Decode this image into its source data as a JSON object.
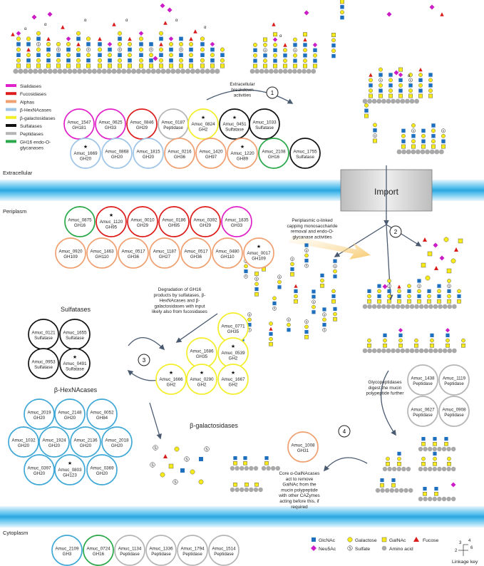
{
  "legend_enzymes": [
    {
      "label": "Sialidases",
      "color": "#e020c8"
    },
    {
      "label": "Fucosidases",
      "color": "#dd1c1c"
    },
    {
      "label": "Alphas",
      "color": "#f0a070"
    },
    {
      "label": "β-HexNAcases",
      "color": "#9ec4e6"
    },
    {
      "label": "β-galactosidases",
      "color": "#f3ee2a"
    },
    {
      "label": "Sulfatases",
      "color": "#111111"
    },
    {
      "label": "Peptidases",
      "color": "#b5b5b5"
    },
    {
      "label": "GH16 endo-O-glycanases",
      "color": "#2aa84a"
    }
  ],
  "compartments": {
    "extracellular": "Extracellular",
    "periplasm": "Periplasm",
    "cytoplasm": "Cytoplasm"
  },
  "import_label": "Import",
  "steps": {
    "s1": "1",
    "s2": "2",
    "s3": "3",
    "s4": "4",
    "s1_text": [
      "Extracellular",
      "breakdown",
      "activities"
    ],
    "s2_text": [
      "Periplasmic α-linked",
      "capping monosaccharide",
      "removal and endo-O-",
      "glycanase activities"
    ],
    "s3_text": [
      "Degradation of GH16",
      "products by sulfatases, β-",
      "HexNAcases and β-",
      "galactosidases with input",
      "likely also from fucosidases"
    ],
    "glyco_text": [
      "Glycopeptidases",
      "digest the mucin",
      "polypeptide further"
    ],
    "s4_text": [
      "Core α-GalNAcases",
      "act to remove",
      "GalNAc from the",
      "mucin polypeptide",
      "with other CAZymes",
      "acting before this, if",
      "required"
    ]
  },
  "group_titles": {
    "sulfatases": "Sulfatases",
    "hexnacases": "β-HexNAcases",
    "galactosidases": "β-galactosidases"
  },
  "enzymes": [
    {
      "id": "Amuc_1547",
      "fam": "GH181",
      "color": "#e020c8",
      "star": false
    },
    {
      "id": "Amuc_0625",
      "fam": "GH33",
      "color": "#e020c8",
      "star": false
    },
    {
      "id": "Amuc_0846",
      "fam": "GH29",
      "color": "#dd1c1c",
      "star": false
    },
    {
      "id": "Amuc_0187",
      "fam": "Peptidase",
      "color": "#b5b5b5",
      "star": false
    },
    {
      "id": "Amuc_0824",
      "fam": "GH2",
      "color": "#f3ee2a",
      "star": true
    },
    {
      "id": "Amuc_0451",
      "fam": "Sulfatase",
      "color": "#111111",
      "star": true
    },
    {
      "id": "Amuc_1033",
      "fam": "Sulfatase",
      "color": "#111111",
      "star": false
    },
    {
      "id": "Amuc_1669",
      "fam": "GH20",
      "color": "#9ec4e6",
      "star": true
    },
    {
      "id": "Amuc_0868",
      "fam": "GH20",
      "color": "#9ec4e6",
      "star": false
    },
    {
      "id": "Amuc_1815",
      "fam": "GH20",
      "color": "#9ec4e6",
      "star": false
    },
    {
      "id": "Amuc_0216",
      "fam": "GH36",
      "color": "#f0a070",
      "star": false
    },
    {
      "id": "Amuc_1420",
      "fam": "GH97",
      "color": "#f0a070",
      "star": false
    },
    {
      "id": "Amuc_1220",
      "fam": "GH89",
      "color": "#f0a070",
      "star": true
    },
    {
      "id": "Amuc_2108",
      "fam": "GH16",
      "color": "#2aa84a",
      "star": false
    },
    {
      "id": "Amuc_1755",
      "fam": "Sulfatase",
      "color": "#111111",
      "star": false
    },
    {
      "id": "Amuc_0875",
      "fam": "GH16",
      "color": "#2aa84a",
      "star": false
    },
    {
      "id": "Amuc_1120",
      "fam": "GH95",
      "color": "#dd1c1c",
      "star": true
    },
    {
      "id": "Amuc_0010",
      "fam": "GH29",
      "color": "#dd1c1c",
      "star": false
    },
    {
      "id": "Amuc_0186",
      "fam": "GH95",
      "color": "#dd1c1c",
      "star": false
    },
    {
      "id": "Amuc_0392",
      "fam": "GH29",
      "color": "#dd1c1c",
      "star": false
    },
    {
      "id": "Amuc_1835",
      "fam": "GH33",
      "color": "#e020c8",
      "star": false
    },
    {
      "id": "Amuc_0920",
      "fam": "GH109",
      "color": "#f0a070",
      "star": false
    },
    {
      "id": "Amuc_1463",
      "fam": "GH110",
      "color": "#f0a070",
      "star": false
    },
    {
      "id": "Amuc_0517",
      "fam": "GH36",
      "color": "#f0a070",
      "star": false
    },
    {
      "id": "Amuc_1187",
      "fam": "GH27",
      "color": "#f0a070",
      "star": false
    },
    {
      "id": "Amuc_0517",
      "fam": "GH36",
      "color": "#f0a070",
      "star": false
    },
    {
      "id": "Amuc_0480",
      "fam": "GH110",
      "color": "#f0a070",
      "star": false
    },
    {
      "id": "Amuc_0017",
      "fam": "GH109",
      "color": "#f0a070",
      "star": true
    },
    {
      "id": "Amuc_0121",
      "fam": "Sulfatase",
      "color": "#111111",
      "star": false
    },
    {
      "id": "Amuc_1655",
      "fam": "Sulfatase",
      "color": "#111111",
      "star": false
    },
    {
      "id": "Amuc_0953",
      "fam": "Sulfatase",
      "color": "#111111",
      "star": false
    },
    {
      "id": "Amuc_0491",
      "fam": "Sulfatase",
      "color": "#111111",
      "star": true
    },
    {
      "id": "Amuc_0771",
      "fam": "GH35",
      "color": "#f3ee2a",
      "star": false
    },
    {
      "id": "Amuc_1686",
      "fam": "GH35",
      "color": "#f3ee2a",
      "star": false
    },
    {
      "id": "Amuc_0539",
      "fam": "GH2",
      "color": "#f3ee2a",
      "star": true
    },
    {
      "id": "Amuc_1666",
      "fam": "GH2",
      "color": "#f3ee2a",
      "star": true
    },
    {
      "id": "Amuc_0290",
      "fam": "GH2",
      "color": "#f3ee2a",
      "star": true
    },
    {
      "id": "Amuc_1667",
      "fam": "GH2",
      "color": "#f3ee2a",
      "star": true
    },
    {
      "id": "Amuc_2019",
      "fam": "GH20",
      "color": "#3fa8d6",
      "star": false
    },
    {
      "id": "Amuc_2148",
      "fam": "GH20",
      "color": "#3fa8d6",
      "star": false
    },
    {
      "id": "Amuc_0052",
      "fam": "GH84",
      "color": "#3fa8d6",
      "star": false
    },
    {
      "id": "Amuc_1032",
      "fam": "GH20",
      "color": "#3fa8d6",
      "star": false
    },
    {
      "id": "Amuc_1924",
      "fam": "GH20",
      "color": "#3fa8d6",
      "star": false
    },
    {
      "id": "Amuc_2136",
      "fam": "GH20",
      "color": "#3fa8d6",
      "star": false
    },
    {
      "id": "Amuc_2018",
      "fam": "GH20",
      "color": "#3fa8d6",
      "star": false
    },
    {
      "id": "Amuc_0397",
      "fam": "GH20",
      "color": "#3fa8d6",
      "star": false
    },
    {
      "id": "Amuc_0803",
      "fam": "GH123",
      "color": "#3fa8d6",
      "star": true
    },
    {
      "id": "Amuc_0369",
      "fam": "GH20",
      "color": "#3fa8d6",
      "star": false
    },
    {
      "id": "Amuc_1438",
      "fam": "Peptidase",
      "color": "#b5b5b5",
      "star": false
    },
    {
      "id": "Amuc_1119",
      "fam": "Peptidase",
      "color": "#b5b5b5",
      "star": false
    },
    {
      "id": "Amuc_0627",
      "fam": "Peptidase",
      "color": "#b5b5b5",
      "star": false
    },
    {
      "id": "Amuc_0908",
      "fam": "Peptidase",
      "color": "#b5b5b5",
      "star": false
    },
    {
      "id": "Amuc_1008",
      "fam": "GH31",
      "color": "#f0a070",
      "star": false
    },
    {
      "id": "Amuc_2109",
      "fam": "GH3",
      "color": "#3fa8d6",
      "star": false
    },
    {
      "id": "Amuc_0724",
      "fam": "GH16",
      "color": "#2aa84a",
      "star": false
    },
    {
      "id": "Amuc_1134",
      "fam": "Peptidase",
      "color": "#b5b5b5",
      "star": false
    },
    {
      "id": "Amuc_1336",
      "fam": "Peptidase",
      "color": "#b5b5b5",
      "star": false
    },
    {
      "id": "Amuc_1794",
      "fam": "Peptidase",
      "color": "#b5b5b5",
      "star": false
    },
    {
      "id": "Amuc_1514",
      "fam": "Peptidase",
      "color": "#b5b5b5",
      "star": false
    }
  ],
  "symbol_legend": {
    "glcnac": "GlcNAc",
    "neu5ac": "Neu5Ac",
    "galactose": "Galactose",
    "sulfate": "Sulfate",
    "galnac": "GalNAc",
    "amino_acid": "Amino acid",
    "fucose": "Fucose",
    "linkage_key": "Linkage key",
    "link_numbers": [
      "3",
      "4",
      "6",
      "2"
    ],
    "alpha": "α",
    "sulfate_glyph": "S"
  }
}
